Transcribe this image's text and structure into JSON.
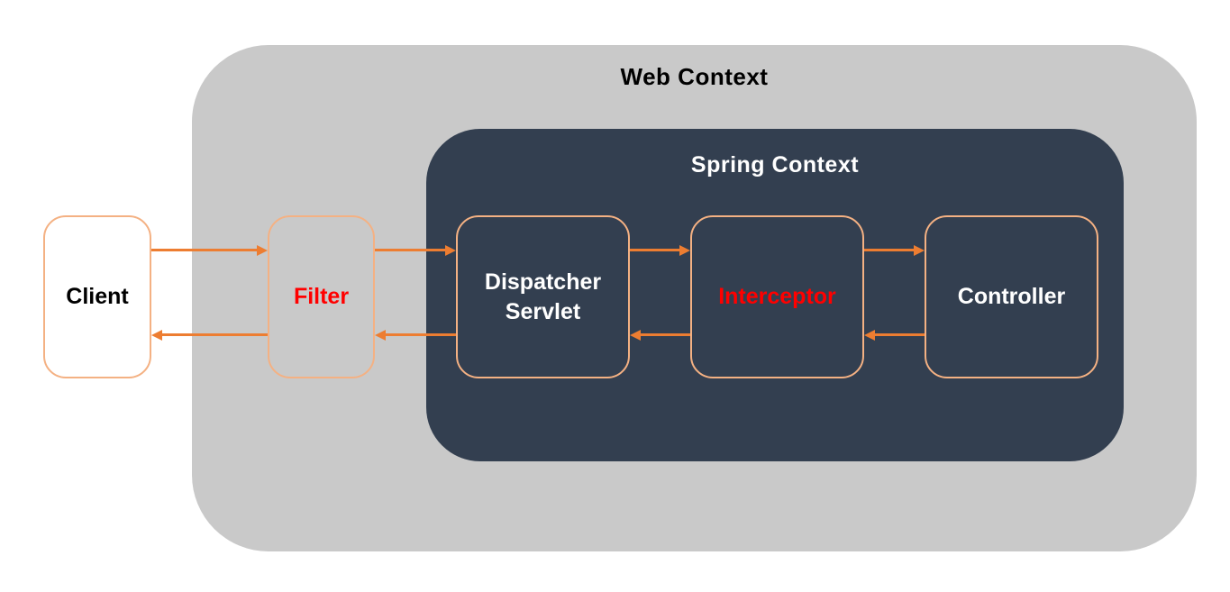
{
  "diagram": {
    "web_context": {
      "label": "Web Context"
    },
    "spring_context": {
      "label": "Spring Context"
    },
    "nodes": [
      {
        "id": "client",
        "label": "Client"
      },
      {
        "id": "filter",
        "label": "Filter"
      },
      {
        "id": "dispatcher-servlet",
        "label": "Dispatcher Servlet"
      },
      {
        "id": "interceptor",
        "label": "Interceptor"
      },
      {
        "id": "controller",
        "label": "Controller"
      }
    ],
    "flows": {
      "request": [
        {
          "from": "client",
          "to": "filter"
        },
        {
          "from": "filter",
          "to": "dispatcher-servlet"
        },
        {
          "from": "dispatcher-servlet",
          "to": "interceptor"
        },
        {
          "from": "interceptor",
          "to": "controller"
        }
      ],
      "response": [
        {
          "from": "controller",
          "to": "interceptor"
        },
        {
          "from": "interceptor",
          "to": "dispatcher-servlet"
        },
        {
          "from": "dispatcher-servlet",
          "to": "filter"
        },
        {
          "from": "filter",
          "to": "client"
        }
      ]
    },
    "colors": {
      "web_context_bg": "#C9C9C9",
      "spring_context_bg": "#333F50",
      "node_border": "#F4B183",
      "arrow": "#ED7D31",
      "highlight_text": "#FF0000",
      "light_text": "#FFFFFF",
      "dark_text": "#000000",
      "page_bg": "#FFFFFF"
    }
  }
}
